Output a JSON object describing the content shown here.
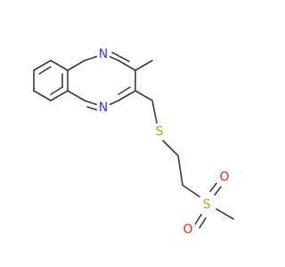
{
  "molecule": {
    "atoms": {
      "n1": {
        "symbol": "N",
        "color": "#2b3fd4"
      },
      "n4": {
        "symbol": "N",
        "color": "#2b3fd4"
      },
      "s_thio": {
        "symbol": "S",
        "color": "#b8a11e"
      },
      "s_sulfonyl": {
        "symbol": "S",
        "color": "#b8a11e"
      },
      "o1": {
        "symbol": "O",
        "color": "#e8231b"
      },
      "o2": {
        "symbol": "O",
        "color": "#e8231b"
      }
    },
    "bond_color": "#3a3a3a"
  }
}
